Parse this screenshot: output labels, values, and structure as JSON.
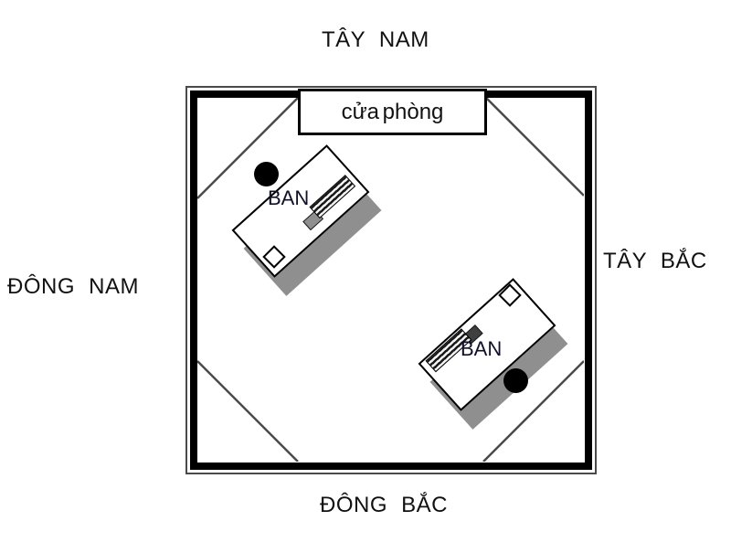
{
  "compass": {
    "top": "TÂY NAM",
    "right": "TÂY BẮC",
    "left": "ĐÔNG NAM",
    "bottom": "ĐÔNG BẮC"
  },
  "room": {
    "door_label": "cửa phòng",
    "desks": [
      {
        "label": "BAN"
      },
      {
        "label": "BAN"
      }
    ]
  },
  "colors": {
    "wall": "#000000",
    "frame": "#4a4a4a",
    "diagonal": "#4a4a4a",
    "shadow": "#8f8f8f",
    "text": "#111111"
  }
}
